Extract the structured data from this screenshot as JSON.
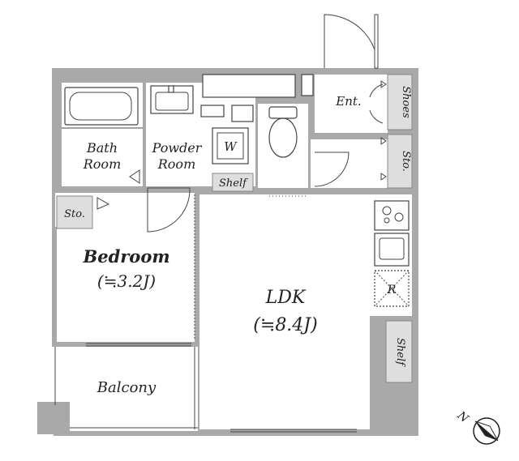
{
  "rooms": {
    "bath": {
      "line1": "Bath",
      "line2": "Room"
    },
    "powder": {
      "line1": "Powder",
      "line2": "Room"
    },
    "washer": "W",
    "shelf_small": "Shelf",
    "entrance": "Ent.",
    "shoes": "Shoes",
    "storage_right": "Sto.",
    "storage_left": "Sto.",
    "bedroom": {
      "name": "Bedroom",
      "size": "(≒3.2J)"
    },
    "ldk": {
      "name": "LDK",
      "size": "(≒8.4J)"
    },
    "fridge": "R",
    "shelf_right": "Shelf",
    "balcony": "Balcony"
  },
  "compass": {
    "label": "N"
  }
}
